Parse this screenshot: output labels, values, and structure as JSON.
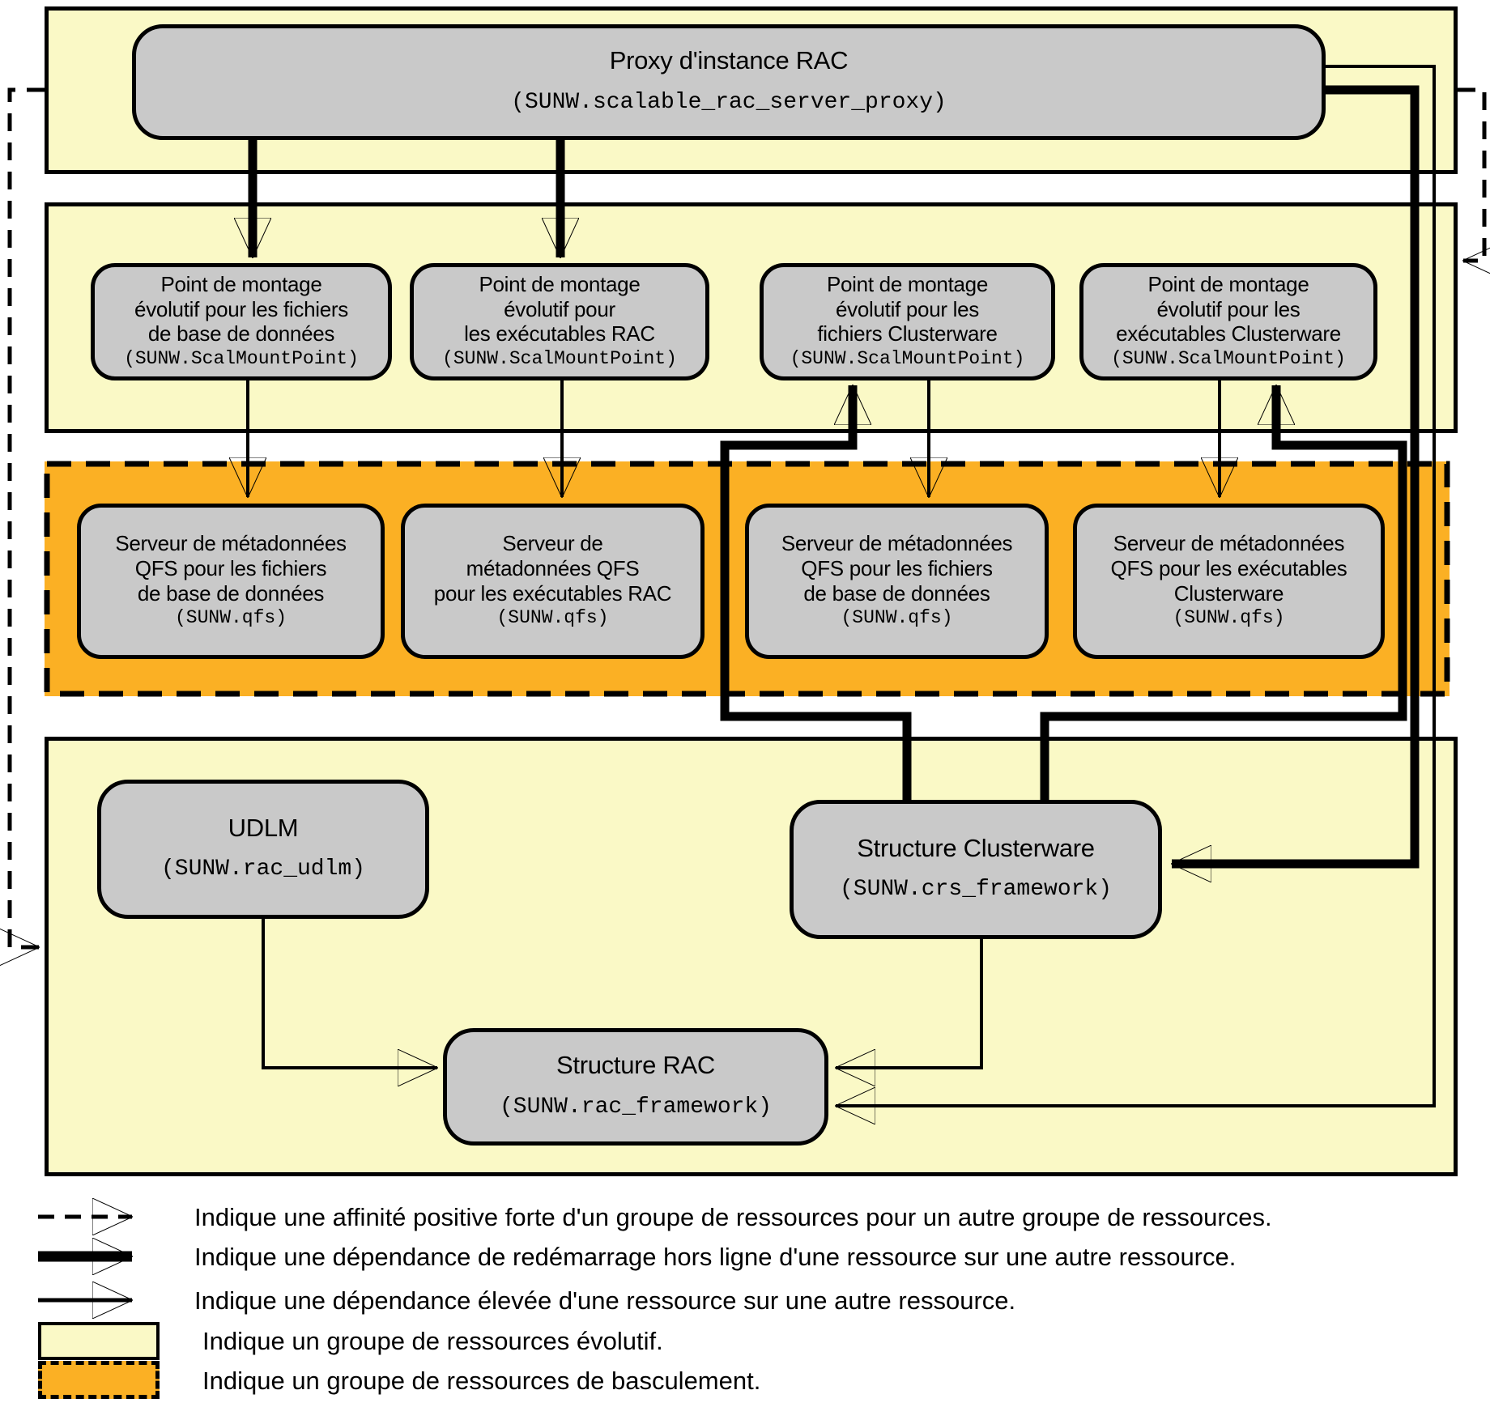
{
  "diagram": {
    "proxy": {
      "title": "Proxy d'instance RAC",
      "code": "(SUNW.scalable_rac_server_proxy)"
    },
    "mounts": [
      {
        "title": "Point de montage\névolutif pour les fichiers\nde base de données",
        "code": "(SUNW.ScalMountPoint)"
      },
      {
        "title": "Point de montage\névolutif pour\nles exécutables RAC",
        "code": "(SUNW.ScalMountPoint)"
      },
      {
        "title": "Point de montage\névolutif pour les\nfichiers Clusterware",
        "code": "(SUNW.ScalMountPoint)"
      },
      {
        "title": "Point de montage\névolutif pour les\nexécutables Clusterware",
        "code": "(SUNW.ScalMountPoint)"
      }
    ],
    "qfs": [
      {
        "title": "Serveur de métadonnées\nQFS pour les fichiers\nde base de données",
        "code": "(SUNW.qfs)"
      },
      {
        "title": "Serveur de\nmétadonnées QFS\npour les exécutables RAC",
        "code": "(SUNW.qfs)"
      },
      {
        "title": "Serveur de métadonnées\nQFS pour les fichiers\nde base de données",
        "code": "(SUNW.qfs)"
      },
      {
        "title": "Serveur de métadonnées\nQFS pour les exécutables\nClusterware",
        "code": "(SUNW.qfs)"
      }
    ],
    "udlm": {
      "title": "UDLM",
      "code": "(SUNW.rac_udlm)"
    },
    "crs": {
      "title": "Structure Clusterware",
      "code": "(SUNW.crs_framework)"
    },
    "rac": {
      "title": "Structure RAC",
      "code": "(SUNW.rac_framework)"
    }
  },
  "legend": {
    "strong_affinity": "Indique une affinité positive forte d'un groupe de ressources pour un autre groupe de ressources.",
    "offline_restart": "Indique une dépendance de redémarrage hors ligne d'une ressource sur une autre ressource.",
    "strong_dependency": "Indique une dépendance élevée d'une ressource sur une autre ressource.",
    "scalable_group": "Indique un groupe de ressources évolutif.",
    "failover_group": "Indique un groupe de ressources de basculement."
  },
  "colors": {
    "scalable_group_fill": "#FAF9C6",
    "failover_group_fill": "#FBB024",
    "resource_fill": "#C9C9C9",
    "line": "#000000"
  }
}
